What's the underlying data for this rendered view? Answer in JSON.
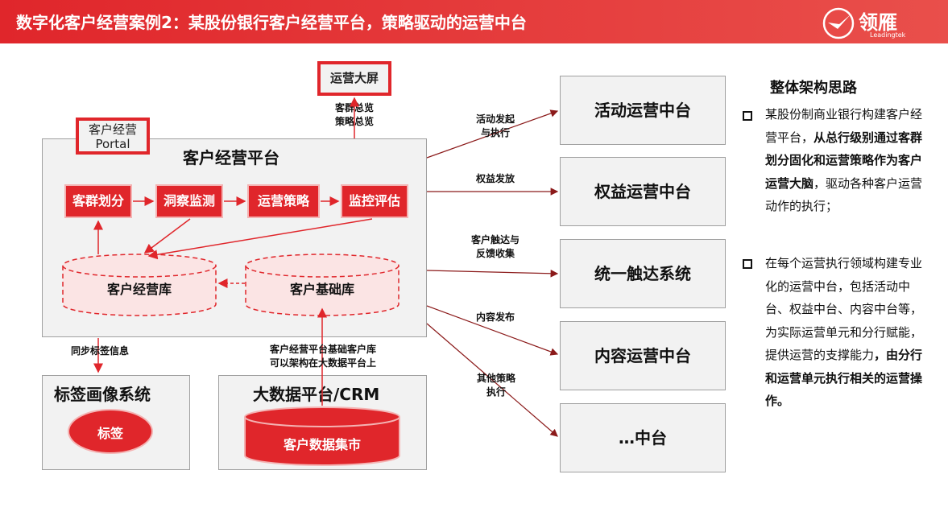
{
  "header": {
    "title": "数字化客户经营案例2：某股份银行客户经营平台，策略驱动的运营中台",
    "logo_text": "领雁",
    "logo_sub": "Leadingtek"
  },
  "diagram": {
    "screen_box": "运营大屏",
    "screen_note_1": "客群总览",
    "screen_note_2": "策略总览",
    "portal_line_1": "客户经营",
    "portal_line_2": "Portal",
    "platform_title": "客户经营平台",
    "steps": [
      "客群划分",
      "洞察监测",
      "运营策略",
      "监控评估"
    ],
    "db_customer_ops": "客户经营库",
    "db_customer_base": "客户基础库",
    "sync_label": "同步标签信息",
    "bigdata_note_1": "客户经营平台基础客户库",
    "bigdata_note_2": "可以架构在大数据平台上",
    "tag_system_title": "标签画像系统",
    "tag_label": "标签",
    "bigdata_title": "大数据平台/CRM",
    "data_mart": "客户数据集市",
    "flows": [
      {
        "label_1": "活动发起",
        "label_2": "与执行",
        "target": "活动运营中台"
      },
      {
        "label_1": "权益发放",
        "label_2": "",
        "target": "权益运营中台"
      },
      {
        "label_1": "客户触达与",
        "label_2": "反馈收集",
        "target": "统一触达系统"
      },
      {
        "label_1": "内容发布",
        "label_2": "",
        "target": "内容运营中台"
      },
      {
        "label_1": "其他策略",
        "label_2": "执行",
        "target": "…中台"
      }
    ]
  },
  "side": {
    "title": "整体架构思路",
    "p1_a": "某股份制商业银行构建客户经营平台，",
    "p1_b": "从总行级别通过客群划分固化和运营策略作为客户运营大脑",
    "p1_c": "，驱动各种客户运营动作的执行；",
    "p2_a": "在每个运营执行领域构建专业化的运营中台，包括活动中台、权益中台、内容中台等，为实际运营单元和分行赋能，提供运营的支撑能力",
    "p2_b": "，由分行和运营单元执行相关的运营操作。"
  },
  "colors": {
    "brand_red": "#e0262b",
    "box_gray": "#f2f2f2",
    "cylinder_pink": "#fbe4e4",
    "arrow_dark_red": "#8b1a1a"
  }
}
